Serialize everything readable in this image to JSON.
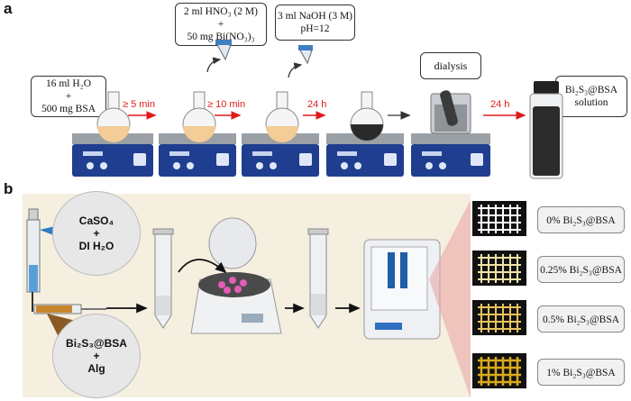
{
  "panel_a": {
    "label": "a",
    "reagents": [
      {
        "line1": "16 ml H₂O",
        "line2": "+",
        "line3": "500 mg BSA"
      },
      {
        "line1": "2 ml HNO₃ (2 M)",
        "line2": "+",
        "line3": "50 mg Bi(NO₃)₃"
      },
      {
        "line1": "3 ml NaOH (3 M)",
        "line2": "pH=12",
        "line3": ""
      }
    ],
    "dialysis": "dialysis",
    "product": {
      "line1": "Bi₂S₃@BSA",
      "line2": "solution"
    },
    "times": [
      "≥ 5 min",
      "≥ 10 min",
      "24 h",
      "24 h"
    ]
  },
  "panel_b": {
    "label": "b",
    "circle_top": {
      "line1": "CaSO₄",
      "line2": "+",
      "line3": "DI H₂O"
    },
    "circle_bottom": {
      "line1": "Bi₂S₃@BSA",
      "line2": "+",
      "line3": "Alg"
    },
    "scaffolds": [
      {
        "label": "0% Bi₂S₃@BSA",
        "color": "#ffffff"
      },
      {
        "label": "0.25% Bi₂S₃@BSA",
        "color": "#efe3a6"
      },
      {
        "label": "0.5% Bi₂S₃@BSA",
        "color": "#e7c35d"
      },
      {
        "label": "1% Bi₂S₃@BSA",
        "color": "#d8a91c"
      }
    ]
  },
  "colors": {
    "arrow_red": "#e01b1b",
    "stirrer_blue": "#1f3e8f",
    "bg_beige": "#f5efe0"
  }
}
